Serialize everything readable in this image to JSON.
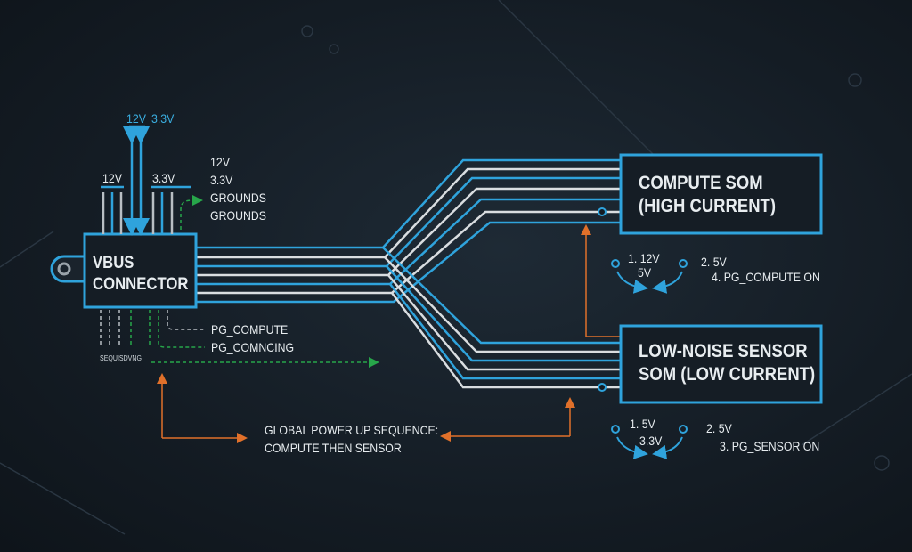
{
  "connector": {
    "title_line1": "VBUS",
    "title_line2": "CONNECTOR"
  },
  "top_labels": {
    "rail_a": "12V",
    "rail_b": "3.3V",
    "left_pins": "12V",
    "right_pins": "3.3V"
  },
  "pin_list": [
    "12V",
    "3.3V",
    "GROUNDS",
    "GROUNDS"
  ],
  "bottom_labels": {
    "pg_compute": "PG_COMPUTE",
    "pg_sensing": "PG_COMNCING",
    "sequencing": "SEQUISDVNG"
  },
  "global_sequence": {
    "line1": "GLOBAL POWER UP SEQUENCE:",
    "line2": "COMPUTE THEN SENSOR"
  },
  "compute_som": {
    "line1": "COMPUTE SOM",
    "line2": "(HIGH CURRENT)",
    "seq": [
      "1. 12V",
      "5V",
      "2. 5V",
      "4. PG_COMPUTE ON"
    ]
  },
  "sensor_som": {
    "line1": "LOW-NOISE SENSOR",
    "line2": "SOM (LOW CURRENT)",
    "seq": [
      "1. 5V",
      "3.3V",
      "2. 5V",
      "3. PG_SENSOR ON"
    ]
  },
  "colors": {
    "blue": "#2fa3dc",
    "white": "#d9dde0",
    "orange": "#e0702a",
    "green": "#27a64a"
  }
}
